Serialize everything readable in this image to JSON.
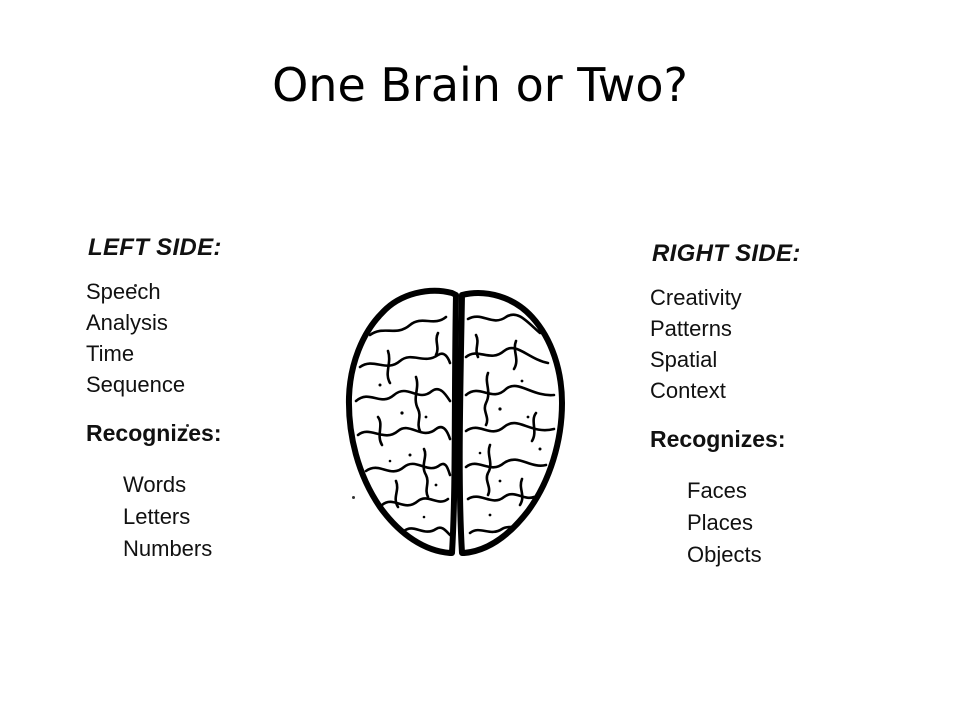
{
  "title": "One Brain or Two?",
  "left": {
    "heading": "LEFT SIDE:",
    "items": [
      "Speech",
      "Analysis",
      "Time",
      "Sequence"
    ],
    "recognizes_label": "Recognizes:",
    "recognizes": [
      "Words",
      "Letters",
      "Numbers"
    ]
  },
  "right": {
    "heading": "RIGHT SIDE:",
    "items": [
      "Creativity",
      "Patterns",
      "Spatial",
      "Context"
    ],
    "recognizes_label": "Recognizes:",
    "recognizes": [
      "Faces",
      "Places",
      "Objects"
    ]
  },
  "illustration": {
    "icon": "brain-icon"
  }
}
